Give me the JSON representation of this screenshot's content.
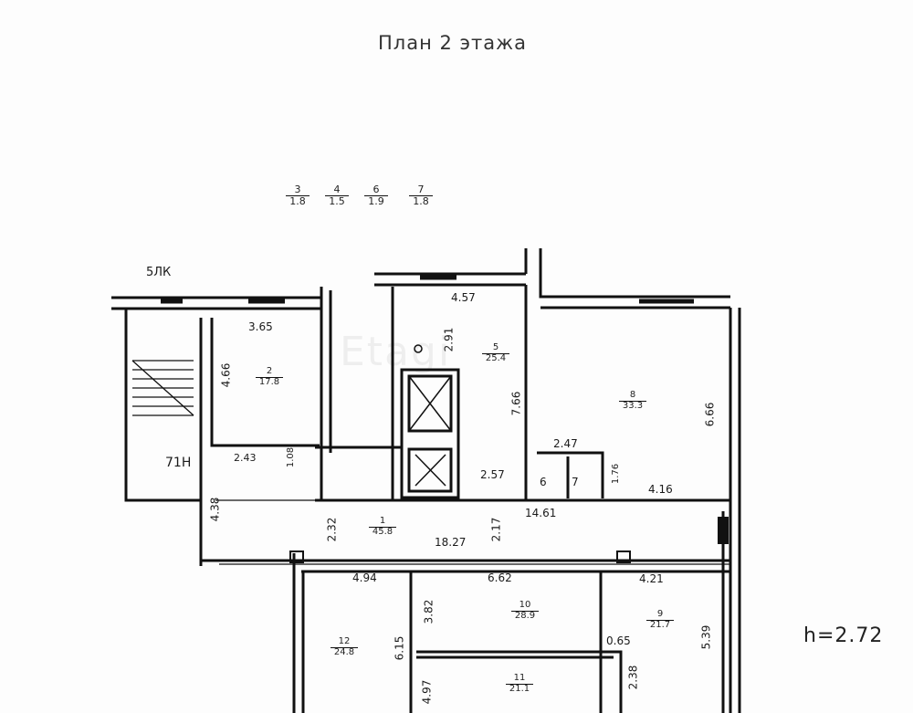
{
  "title": "План 2 этажа",
  "height_label": "h=2.72",
  "watermark": "Etagi",
  "key_rooms": [
    {
      "num": "3",
      "area": "1.8"
    },
    {
      "num": "4",
      "area": "1.5"
    },
    {
      "num": "6",
      "area": "1.9"
    },
    {
      "num": "7",
      "area": "1.8"
    }
  ],
  "stair_label": "5ЛК",
  "stair_code": "71Н",
  "rooms": {
    "r1": {
      "num": "1",
      "area": "45.8"
    },
    "r2": {
      "num": "2",
      "area": "17.8"
    },
    "r5": {
      "num": "5",
      "area": "25.4"
    },
    "r8": {
      "num": "8",
      "area": "33.3"
    },
    "r9": {
      "num": "9",
      "area": "21.7"
    },
    "r10": {
      "num": "10",
      "area": "28.9"
    },
    "r11": {
      "num": "11",
      "area": "21.1"
    },
    "r12": {
      "num": "12",
      "area": "24.8"
    }
  },
  "small_rooms": {
    "s6": "6",
    "s7": "7"
  },
  "dimensions": {
    "d_365": "3.65",
    "d_466a": "4.66",
    "d_457": "4.57",
    "d_291": "2.91",
    "d_766": "7.66",
    "d_666": "6.66",
    "d_247": "2.47",
    "d_257": "2.57",
    "d_176": "1.76",
    "d_416": "4.16",
    "d_1461": "14.61",
    "d_243": "2.43",
    "d_108": "1.08",
    "d_430": "4.38",
    "d_232": "2.32",
    "d_1827": "18.27",
    "d_217": "2.17",
    "d_494": "4.94",
    "d_662": "6.62",
    "d_421": "4.21",
    "d_382": "3.82",
    "d_615": "6.15",
    "d_065": "0.65",
    "d_539": "5.39",
    "d_238": "2.38",
    "d_497": "4.97"
  }
}
